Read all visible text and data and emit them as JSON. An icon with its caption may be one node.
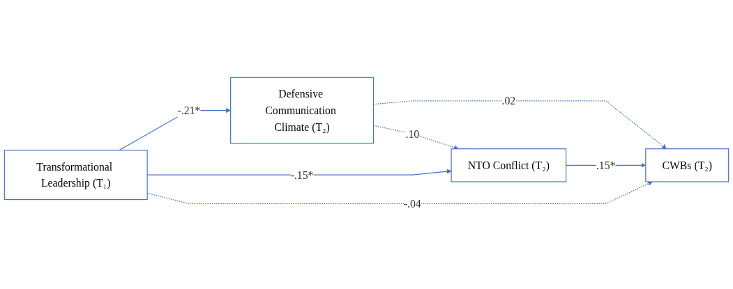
{
  "diagram": {
    "nodes": [
      {
        "text": [
          "Defensive Communication Climate (T₂)"
        ]
      },
      {
        "text": [
          "NTO Conflict (T₂)"
        ]
      },
      {
        "text": [
          "Transformational Leadership (T₁)"
        ]
      },
      {
        "text": [
          "CWBs (T₂)"
        ]
      }
    ],
    "edges": [
      {
        "from": 0,
        "to": 1,
        "arrow": "to",
        "label": ".10",
        "style": "dashed"
      },
      {
        "from": 0,
        "to": 3,
        "arrow": "to",
        "label": ".02",
        "style": "dashed"
      },
      {
        "from": 2,
        "to": 0,
        "arrow": "to",
        "label": "-.21*"
      },
      {
        "from": 2,
        "to": 1,
        "arrow": "to",
        "label": "-.15*"
      },
      {
        "from": 1,
        "to": 3,
        "arrow": "to",
        "label": ".15*"
      },
      {
        "from": 2,
        "to": 3,
        "arrow": "to",
        "label": "-.04",
        "style": "dashed"
      }
    ]
  }
}
